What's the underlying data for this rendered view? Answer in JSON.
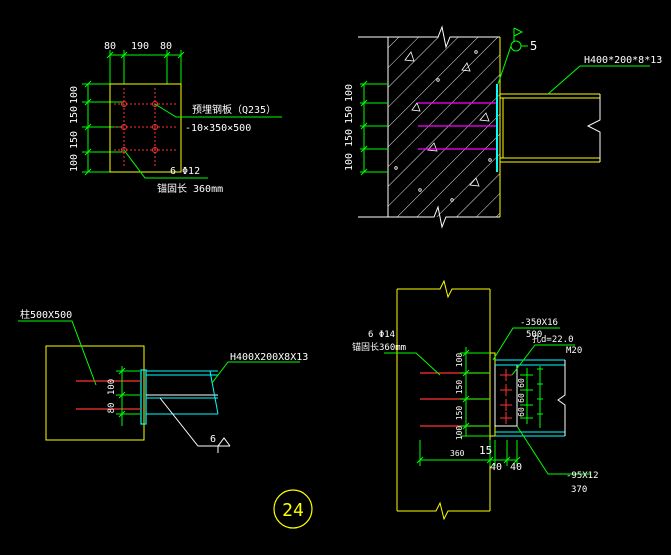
{
  "colors": {
    "background": "#000000",
    "outline": "#ffffff",
    "concrete_edge": "#ffff00",
    "dimension": "#00ff00",
    "anchor_bar": "#ff00ff",
    "bolt": "#ff3333",
    "steel_beam": "#00ffff",
    "text": "#ffffff"
  },
  "detail_top_left": {
    "dims_top": [
      "80",
      "190",
      "80"
    ],
    "dims_left": [
      "100",
      "150",
      "150",
      "100"
    ],
    "label_plate": "预埋钢板（Q235）",
    "label_plate_size": "-10×350×500",
    "label_bars": "6 Φ12",
    "label_anchor_length": "锚固长 360mm"
  },
  "detail_top_right": {
    "section_mark": "5",
    "beam_label": "H400*200*8*13",
    "dims_left": [
      "100",
      "150",
      "150",
      "100"
    ]
  },
  "detail_bottom_left": {
    "column_label": "柱500X500",
    "beam_label": "H400X200X8X13",
    "dim_a": "100",
    "dim_b": "80",
    "weld_size": "6"
  },
  "detail_bottom_right": {
    "label_bars": "6 Φ14",
    "label_anchor_length": "锚固长360mm",
    "plate_label": "-350X16",
    "dim_500": "500",
    "hole_label": "孔d=22.0",
    "bolt_label": "M20",
    "dims_vertical": [
      "100",
      "150",
      "150",
      "100"
    ],
    "bolt_dims": [
      "60",
      "60",
      "60"
    ],
    "dim_360": "360",
    "dim_15": "15",
    "dim_40a": "40",
    "dim_40b": "40",
    "stiffener_label": "-95X12",
    "dim_370": "370"
  },
  "sheet_number": "24"
}
